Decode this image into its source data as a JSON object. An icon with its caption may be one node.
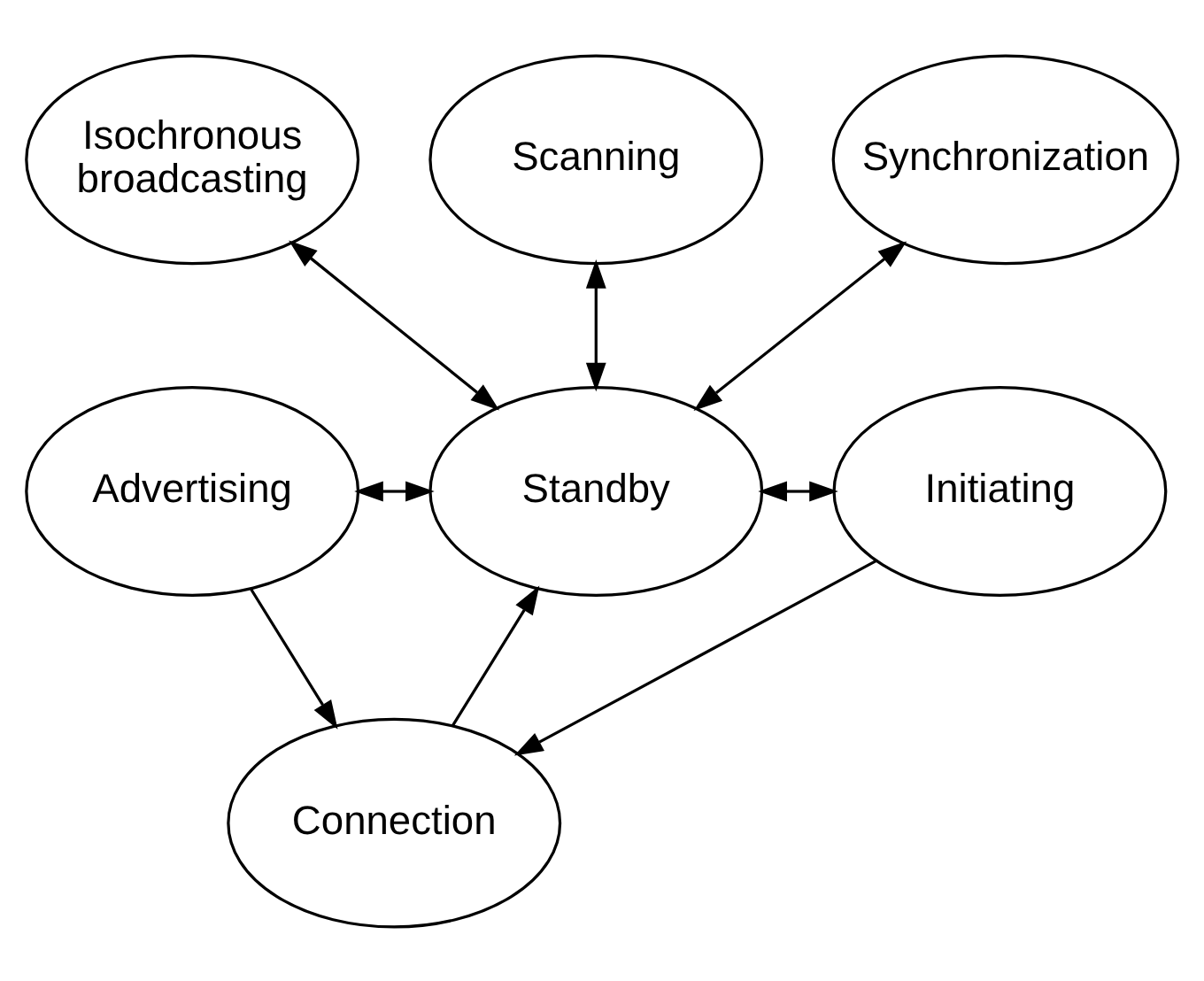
{
  "diagram": {
    "nodes": [
      {
        "text": [
          "Isochronous broadcasting"
        ]
      },
      {
        "text": [
          "Scanning"
        ]
      },
      {
        "text": [
          "Synchronization"
        ]
      },
      {
        "text": [
          "Advertising"
        ]
      },
      {
        "text": [
          "Standby"
        ]
      },
      {
        "text": [
          "Initiating"
        ]
      },
      {
        "text": [
          "Connection"
        ]
      }
    ],
    "edges": [
      {
        "from": 0,
        "to": 4,
        "arrow": "both"
      },
      {
        "from": 1,
        "to": 4,
        "arrow": "both"
      },
      {
        "from": 2,
        "to": 4,
        "arrow": "both"
      },
      {
        "from": 3,
        "to": 4,
        "arrow": "both"
      },
      {
        "from": 4,
        "to": 5,
        "arrow": "both"
      },
      {
        "from": 3,
        "to": 6,
        "arrow": "to"
      },
      {
        "from": 5,
        "to": 6,
        "arrow": "to"
      },
      {
        "from": 6,
        "to": 4,
        "arrow": "to"
      }
    ]
  }
}
